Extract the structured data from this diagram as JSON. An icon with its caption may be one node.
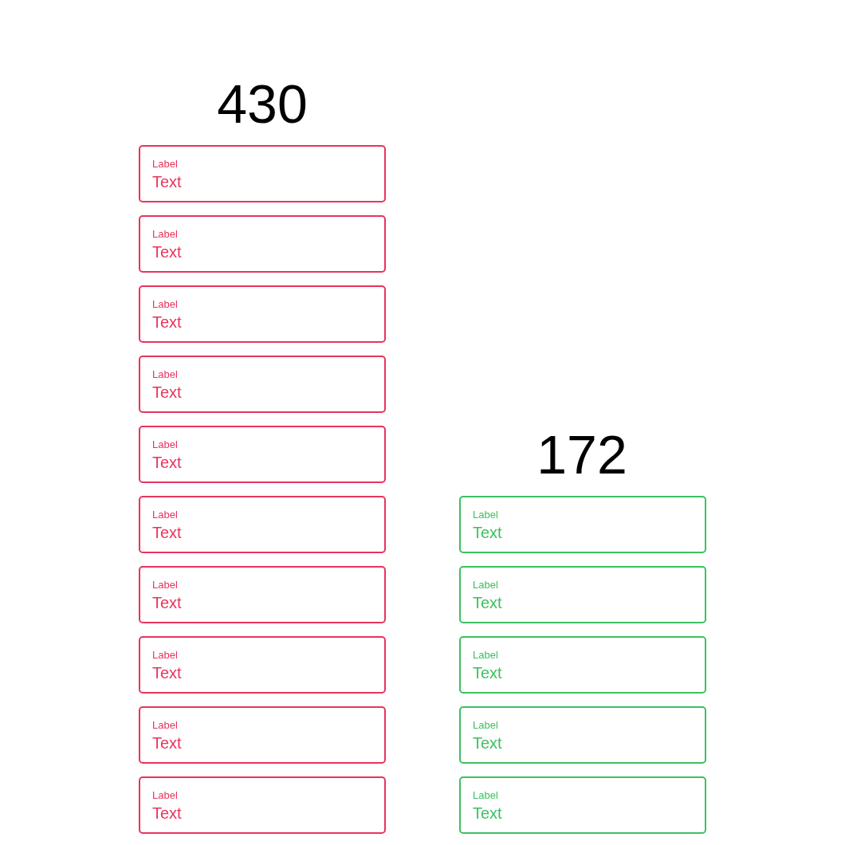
{
  "diagram": {
    "nodes": [
      {
        "text": [
          "Label",
          "Text"
        ]
      },
      {
        "text": [
          "Label",
          "Text"
        ]
      },
      {
        "text": [
          "Label",
          "Text"
        ]
      },
      {
        "text": [
          "Label",
          "Text"
        ]
      },
      {
        "text": [
          "Label",
          "Text"
        ]
      },
      {
        "text": [
          "Label",
          "Text"
        ]
      },
      {
        "text": [
          "Label",
          "Text"
        ]
      },
      {
        "text": [
          "Label",
          "Text"
        ]
      },
      {
        "text": [
          "Label",
          "Text"
        ]
      },
      {
        "text": [
          "Label",
          "Text"
        ]
      },
      {
        "text": [
          "Label",
          "Text"
        ]
      },
      {
        "text": [
          "Label",
          "Text"
        ]
      },
      {
        "text": [
          "Label",
          "Text"
        ]
      },
      {
        "text": [
          "Label",
          "Text"
        ]
      },
      {
        "text": [
          "Label",
          "Text"
        ]
      }
    ],
    "labels": [
      "430",
      "172"
    ]
  }
}
